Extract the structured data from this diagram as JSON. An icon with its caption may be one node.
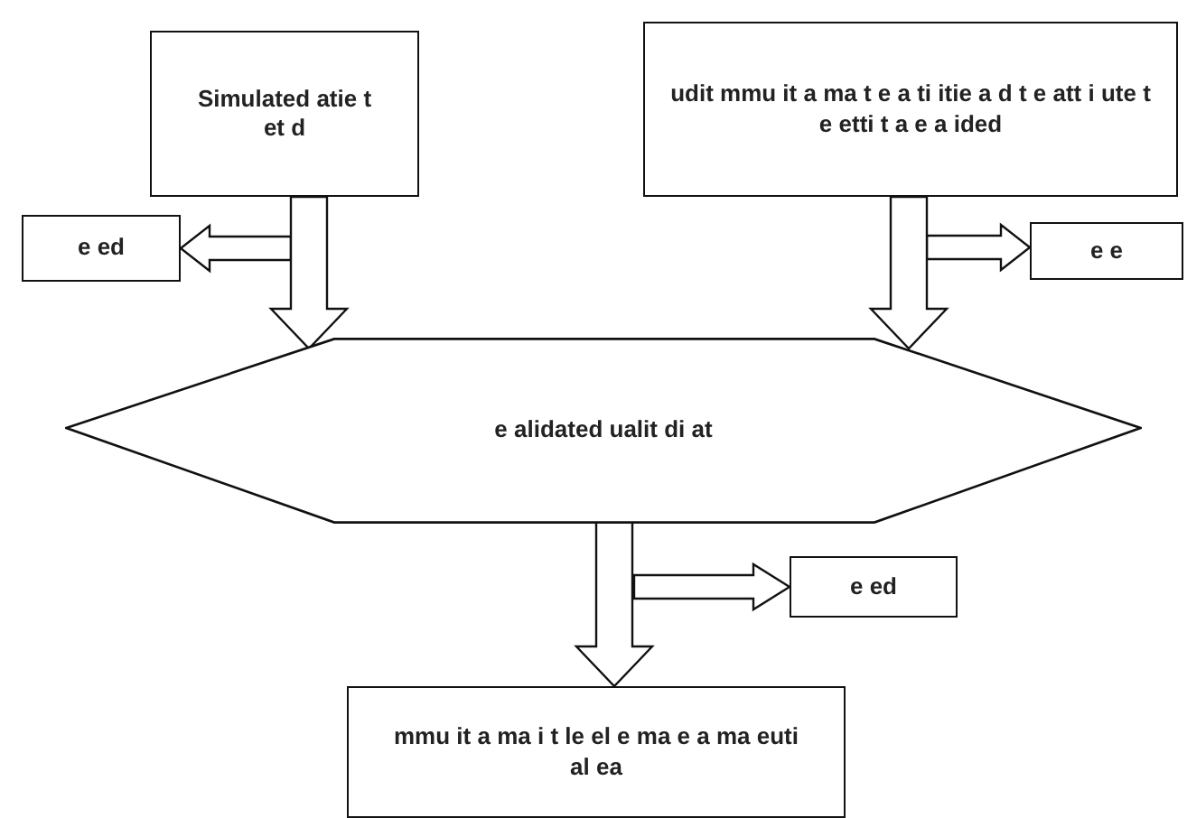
{
  "diagram": {
    "nodes": [
      {
        "text": [
          "Simulated atie t et d"
        ]
      },
      {
        "text": [
          "udit mmu it a ma t e a ti itie a d t e att i ute t e etti t a e a ided"
        ]
      },
      {
        "text": [
          "e ed"
        ]
      },
      {
        "text": [
          "e e"
        ]
      },
      {
        "text": [
          "e alidated ualit di at"
        ]
      },
      {
        "text": [
          "e ed"
        ]
      },
      {
        "text": [
          "mmu it a ma i t le el e ma e a ma euti al ea"
        ]
      }
    ],
    "edges": [
      {
        "from": 0,
        "to": 2,
        "arrow": "to"
      },
      {
        "from": 0,
        "to": 4,
        "arrow": "to"
      },
      {
        "from": 1,
        "to": 3,
        "arrow": "to"
      },
      {
        "from": 1,
        "to": 4,
        "arrow": "to"
      },
      {
        "from": 4,
        "to": 5,
        "arrow": "to"
      },
      {
        "from": 4,
        "to": 6,
        "arrow": "to"
      }
    ]
  }
}
